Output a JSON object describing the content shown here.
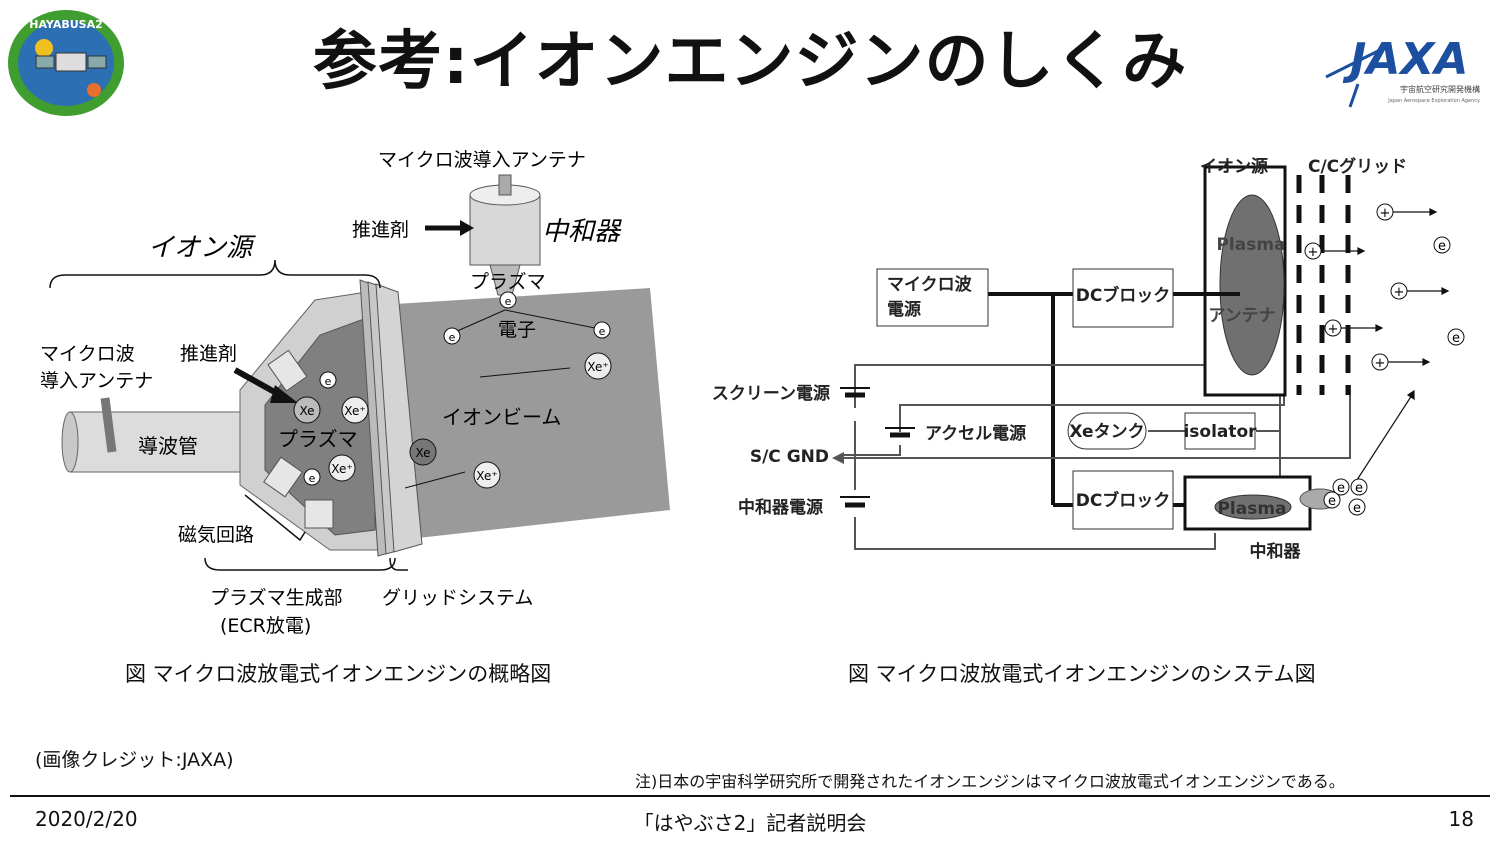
{
  "slide": {
    "title": "参考:イオンエンジンのしくみ",
    "badge_text": "HAYABUSA2",
    "jaxa_logo_text": "JAXA",
    "jaxa_sub_jp": "宇宙航空研究開発機構",
    "jaxa_sub_en": "Japan Aerospace Exploration Agency",
    "credit": "(画像クレジット:JAXA)",
    "note": "注)日本の宇宙科学研究所で開発されたイオンエンジンはマイクロ波放電式イオンエンジンである。",
    "footer_date": "2020/2/20",
    "footer_center": "「はやぶさ2」記者説明会",
    "page_number": "18"
  },
  "left_diagram": {
    "caption": "図 マイクロ波放電式イオンエンジンの概略図",
    "labels": {
      "antenna_top": "マイクロ波導入アンテナ",
      "propellant_top": "推進剤",
      "neutralizer": "中和器",
      "plasma_top": "プラズマ",
      "electron": "電子",
      "ion_source": "イオン源",
      "microwave": "マイクロ波",
      "propellant_left": "推進剤",
      "antenna_left": "導入アンテナ",
      "waveguide": "導波管",
      "plasma_center": "プラズマ",
      "ion_beam": "イオンビーム",
      "magnetic_circuit": "磁気回路",
      "plasma_gen": "プラズマ生成部",
      "ecr": "(ECR放電)",
      "grid_system": "グリッドシステム"
    }
  },
  "right_diagram": {
    "caption": "図 マイクロ波放電式イオンエンジンのシステム図",
    "labels": {
      "ion_source": "イオン源",
      "cc_grid": "C/Cグリッド",
      "microwave_power_1": "マイクロ波",
      "microwave_power_2": "電源",
      "dc_block_top": "DCブロック",
      "plasma_main": "Plasma",
      "antenna": "アンテナ",
      "screen_power": "スクリーン電源",
      "accel_power": "アクセル電源",
      "xe_tank": "Xeタンク",
      "isolator": "isolator",
      "sc_gnd": "S/C GND",
      "neutralizer_power": "中和器電源",
      "dc_block_bottom": "DCブロック",
      "plasma_neut": "Plasma",
      "neutralizer": "中和器"
    }
  },
  "symbols": {
    "xe": "Xe",
    "xe_plus": "Xe⁺",
    "e": "e",
    "plus": "+"
  }
}
